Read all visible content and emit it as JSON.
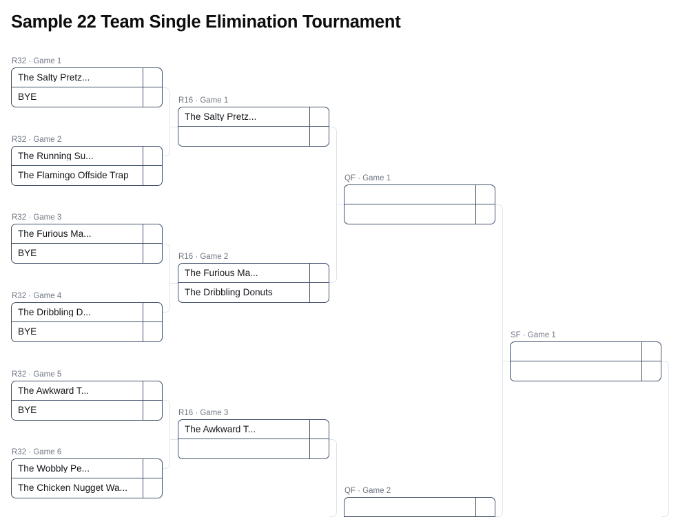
{
  "page": {
    "title": "Sample 22 Team Single Elimination Tournament",
    "background_color": "#ffffff",
    "box_border_color": "#3e4e68",
    "connector_color": "#e0e4ea",
    "label_color": "#6f7682",
    "round_separator": " · "
  },
  "bracket": {
    "rounds": [
      {
        "key": "R32",
        "name": "R32",
        "matches": [
          {
            "label": "R32 · Game 1",
            "top": {
              "team": "The Salty Pretz...",
              "score": ""
            },
            "bottom": {
              "team": "BYE",
              "score": ""
            }
          },
          {
            "label": "R32 · Game 2",
            "top": {
              "team": "The Running Su...",
              "score": ""
            },
            "bottom": {
              "team": "The Flamingo Offside Trap",
              "score": ""
            }
          },
          {
            "label": "R32 · Game 3",
            "top": {
              "team": "The Furious Ma...",
              "score": ""
            },
            "bottom": {
              "team": "BYE",
              "score": ""
            }
          },
          {
            "label": "R32 · Game 4",
            "top": {
              "team": "The Dribbling D...",
              "score": ""
            },
            "bottom": {
              "team": "BYE",
              "score": ""
            }
          },
          {
            "label": "R32 · Game 5",
            "top": {
              "team": "The Awkward T...",
              "score": ""
            },
            "bottom": {
              "team": "BYE",
              "score": ""
            }
          },
          {
            "label": "R32 · Game 6",
            "top": {
              "team": "The Wobbly Pe...",
              "score": ""
            },
            "bottom": {
              "team": "The Chicken Nugget Wa...",
              "score": ""
            }
          }
        ]
      },
      {
        "key": "R16",
        "name": "R16",
        "matches": [
          {
            "label": "R16 · Game 1",
            "top": {
              "team": "The Salty Pretz...",
              "score": ""
            },
            "bottom": {
              "team": "",
              "score": ""
            }
          },
          {
            "label": "R16 · Game 2",
            "top": {
              "team": "The Furious Ma...",
              "score": ""
            },
            "bottom": {
              "team": "The Dribbling Donuts",
              "score": ""
            }
          },
          {
            "label": "R16 · Game 3",
            "top": {
              "team": "The Awkward T...",
              "score": ""
            },
            "bottom": {
              "team": "",
              "score": ""
            }
          }
        ]
      },
      {
        "key": "QF",
        "name": "QF",
        "matches": [
          {
            "label": "QF · Game 1",
            "top": {
              "team": "",
              "score": ""
            },
            "bottom": {
              "team": "",
              "score": ""
            }
          },
          {
            "label": "QF · Game 2",
            "top": {
              "team": "",
              "score": ""
            },
            "bottom": {
              "team": "",
              "score": ""
            }
          }
        ]
      },
      {
        "key": "SF",
        "name": "SF",
        "matches": [
          {
            "label": "SF · Game 1",
            "top": {
              "team": "",
              "score": ""
            },
            "bottom": {
              "team": "",
              "score": ""
            }
          }
        ]
      }
    ]
  }
}
